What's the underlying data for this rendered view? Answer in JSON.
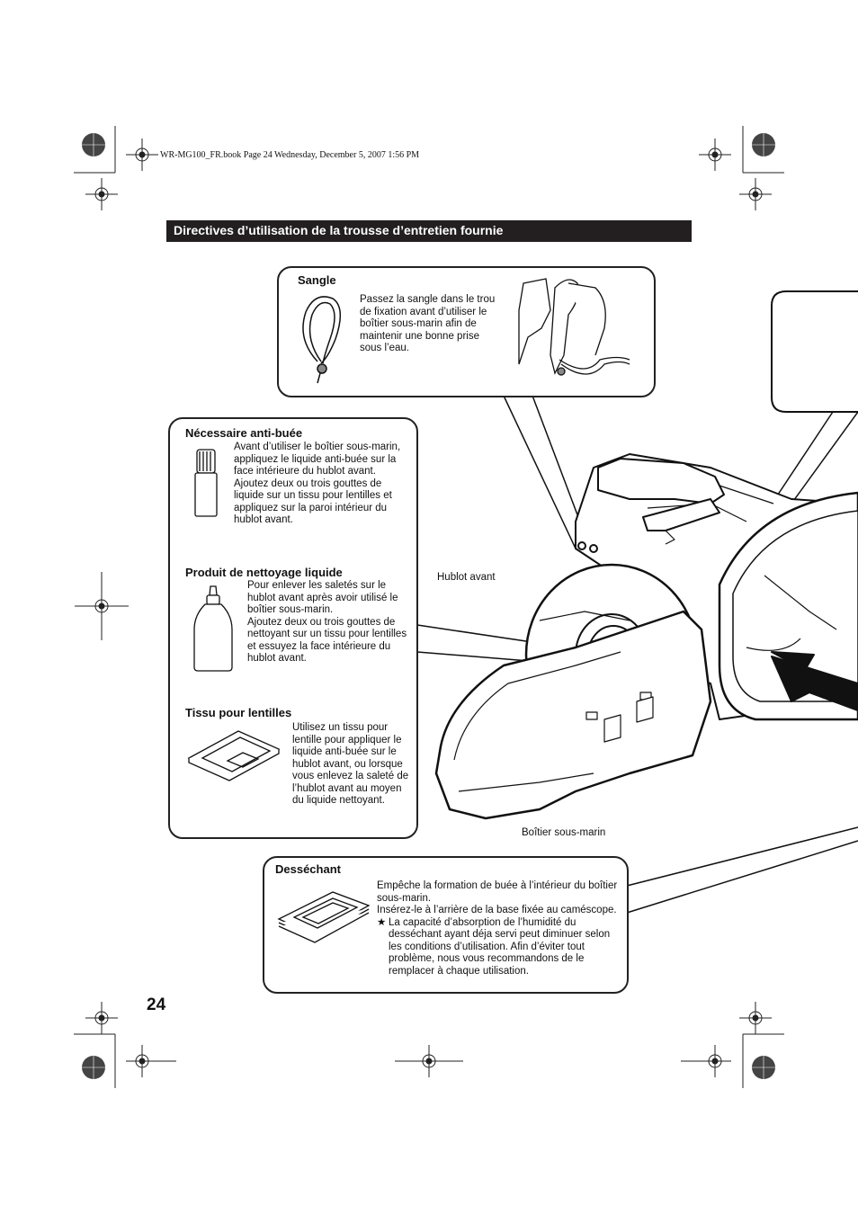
{
  "book_header": "WR-MG100_FR.book  Page 24  Wednesday, December 5, 2007  1:56 PM",
  "section_title": "Directives d’utilisation de la trousse d’entretien fournie",
  "page_number": "24",
  "strap": {
    "title": "Sangle",
    "text": "Passez la sangle dans le trou de fixation avant d’utiliser le boîtier sous-marin afin de maintenir une bonne prise sous l’eau."
  },
  "anti_fog": {
    "title": "Nécessaire anti-buée",
    "text1": "Avant d’utiliser le boîtier sous-marin, appliquez le liquide anti-buée sur la face intérieure du hublot avant.",
    "text2": "Ajoutez deux ou trois gouttes de liquide sur un tissu pour lentilles et appliquez sur la paroi intérieur du hublot avant."
  },
  "cleaner": {
    "title": "Produit de nettoyage liquide",
    "text1": "Pour enlever les saletés sur le hublot avant après avoir utilisé le boîtier sous-marin.",
    "text2": "Ajoutez deux ou trois gouttes de nettoyant sur un tissu pour lentilles et essuyez la face intérieure du hublot avant."
  },
  "tissue": {
    "title": "Tissu pour lentilles",
    "text": "Utilisez un tissu pour lentille pour appliquer le liquide anti-buée sur le hublot avant, ou lorsque vous enlevez la saleté de l’hublot avant au moyen du liquide nettoyant."
  },
  "desiccant": {
    "title": "Desséchant",
    "text1": "Empêche la formation de buée à l’intérieur du boîtier sous-marin.",
    "text2": "Insérez-le à l’arrière de la base fixée au caméscope.",
    "note_mark": "★",
    "note": "La capacité d’absorption de l’humidité du desséchant ayant déja servi peut diminuer selon les conditions d’utilisation. Afin d’éviter tout problème, nous vous recommandons de le remplacer à chaque utilisation."
  },
  "labels": {
    "front_port": "Hublot avant",
    "housing": "Boîtier sous-marin"
  }
}
